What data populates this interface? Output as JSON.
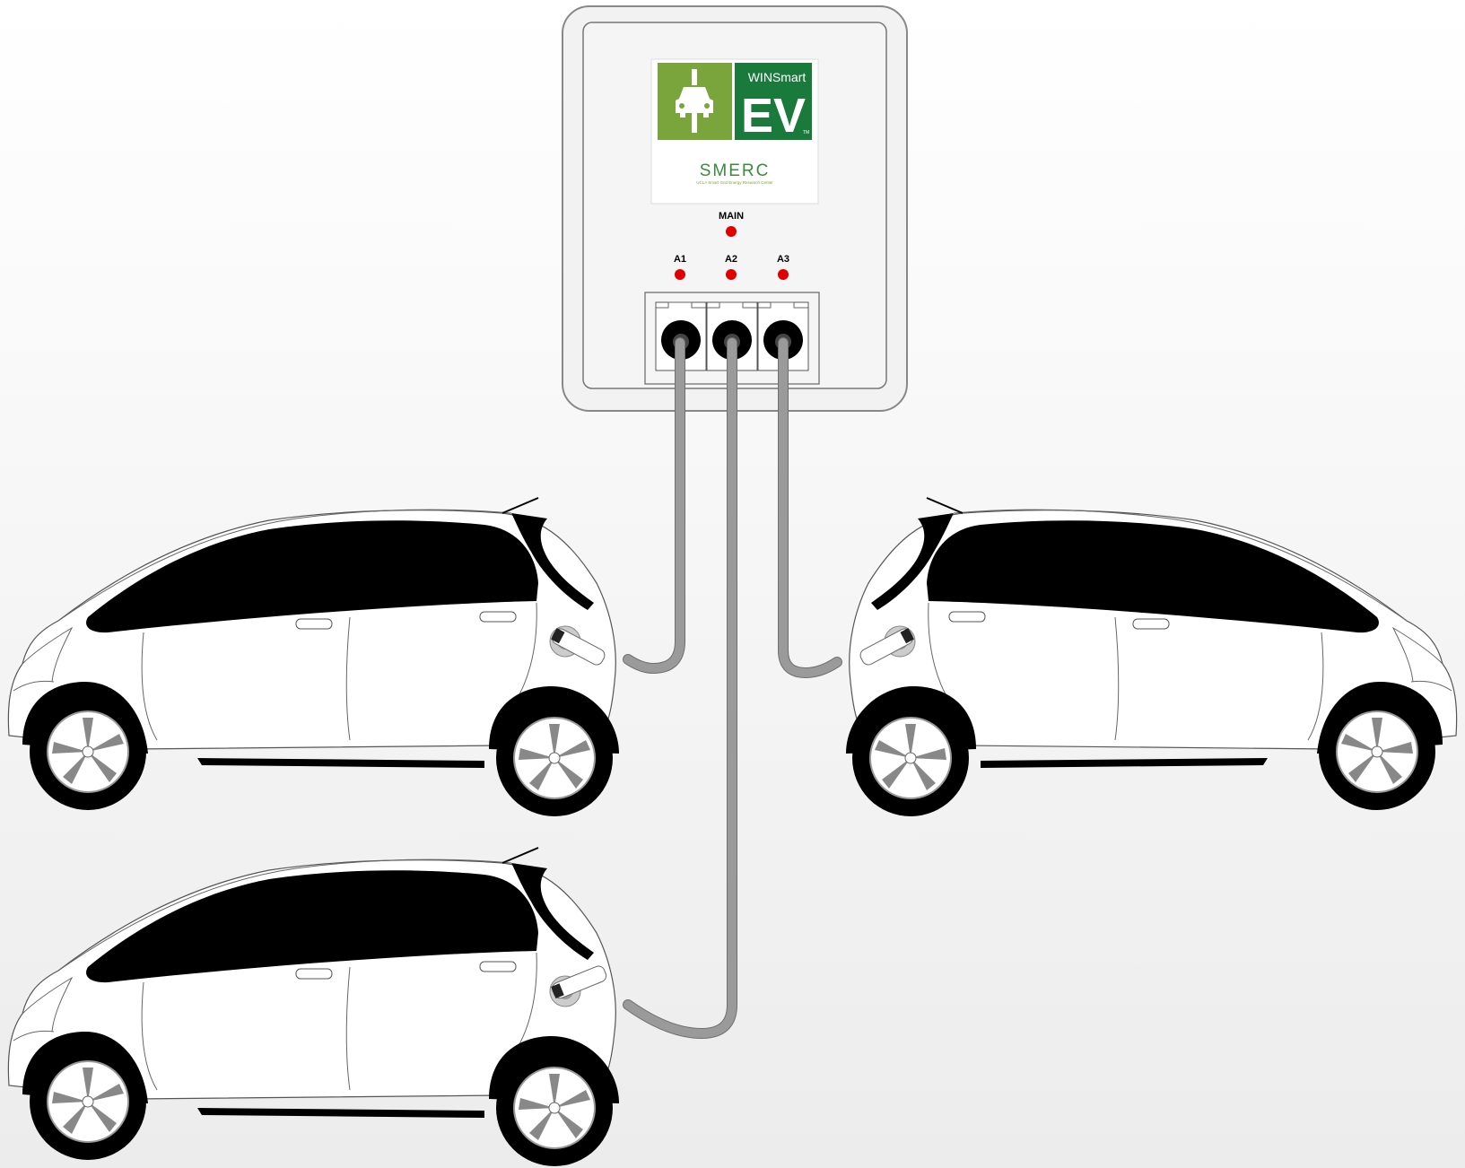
{
  "charger": {
    "logo": {
      "brand_top": "WINSmart",
      "brand_main": "EV",
      "tm": "TM",
      "org": "SMERC",
      "org_sub": "UCLA Smart Grid Energy Research Center"
    },
    "main_label": "MAIN",
    "ports": [
      {
        "label": "A1"
      },
      {
        "label": "A2"
      },
      {
        "label": "A3"
      }
    ]
  },
  "colors": {
    "indicator": "#e00000",
    "logo_light_green": "#7aa53c",
    "logo_dark_green": "#1a7a3c",
    "cable": "#9a9a9a",
    "car_window": "#000000"
  },
  "icons": [
    "ev-plug-car-icon",
    "charging-connector-icon"
  ]
}
